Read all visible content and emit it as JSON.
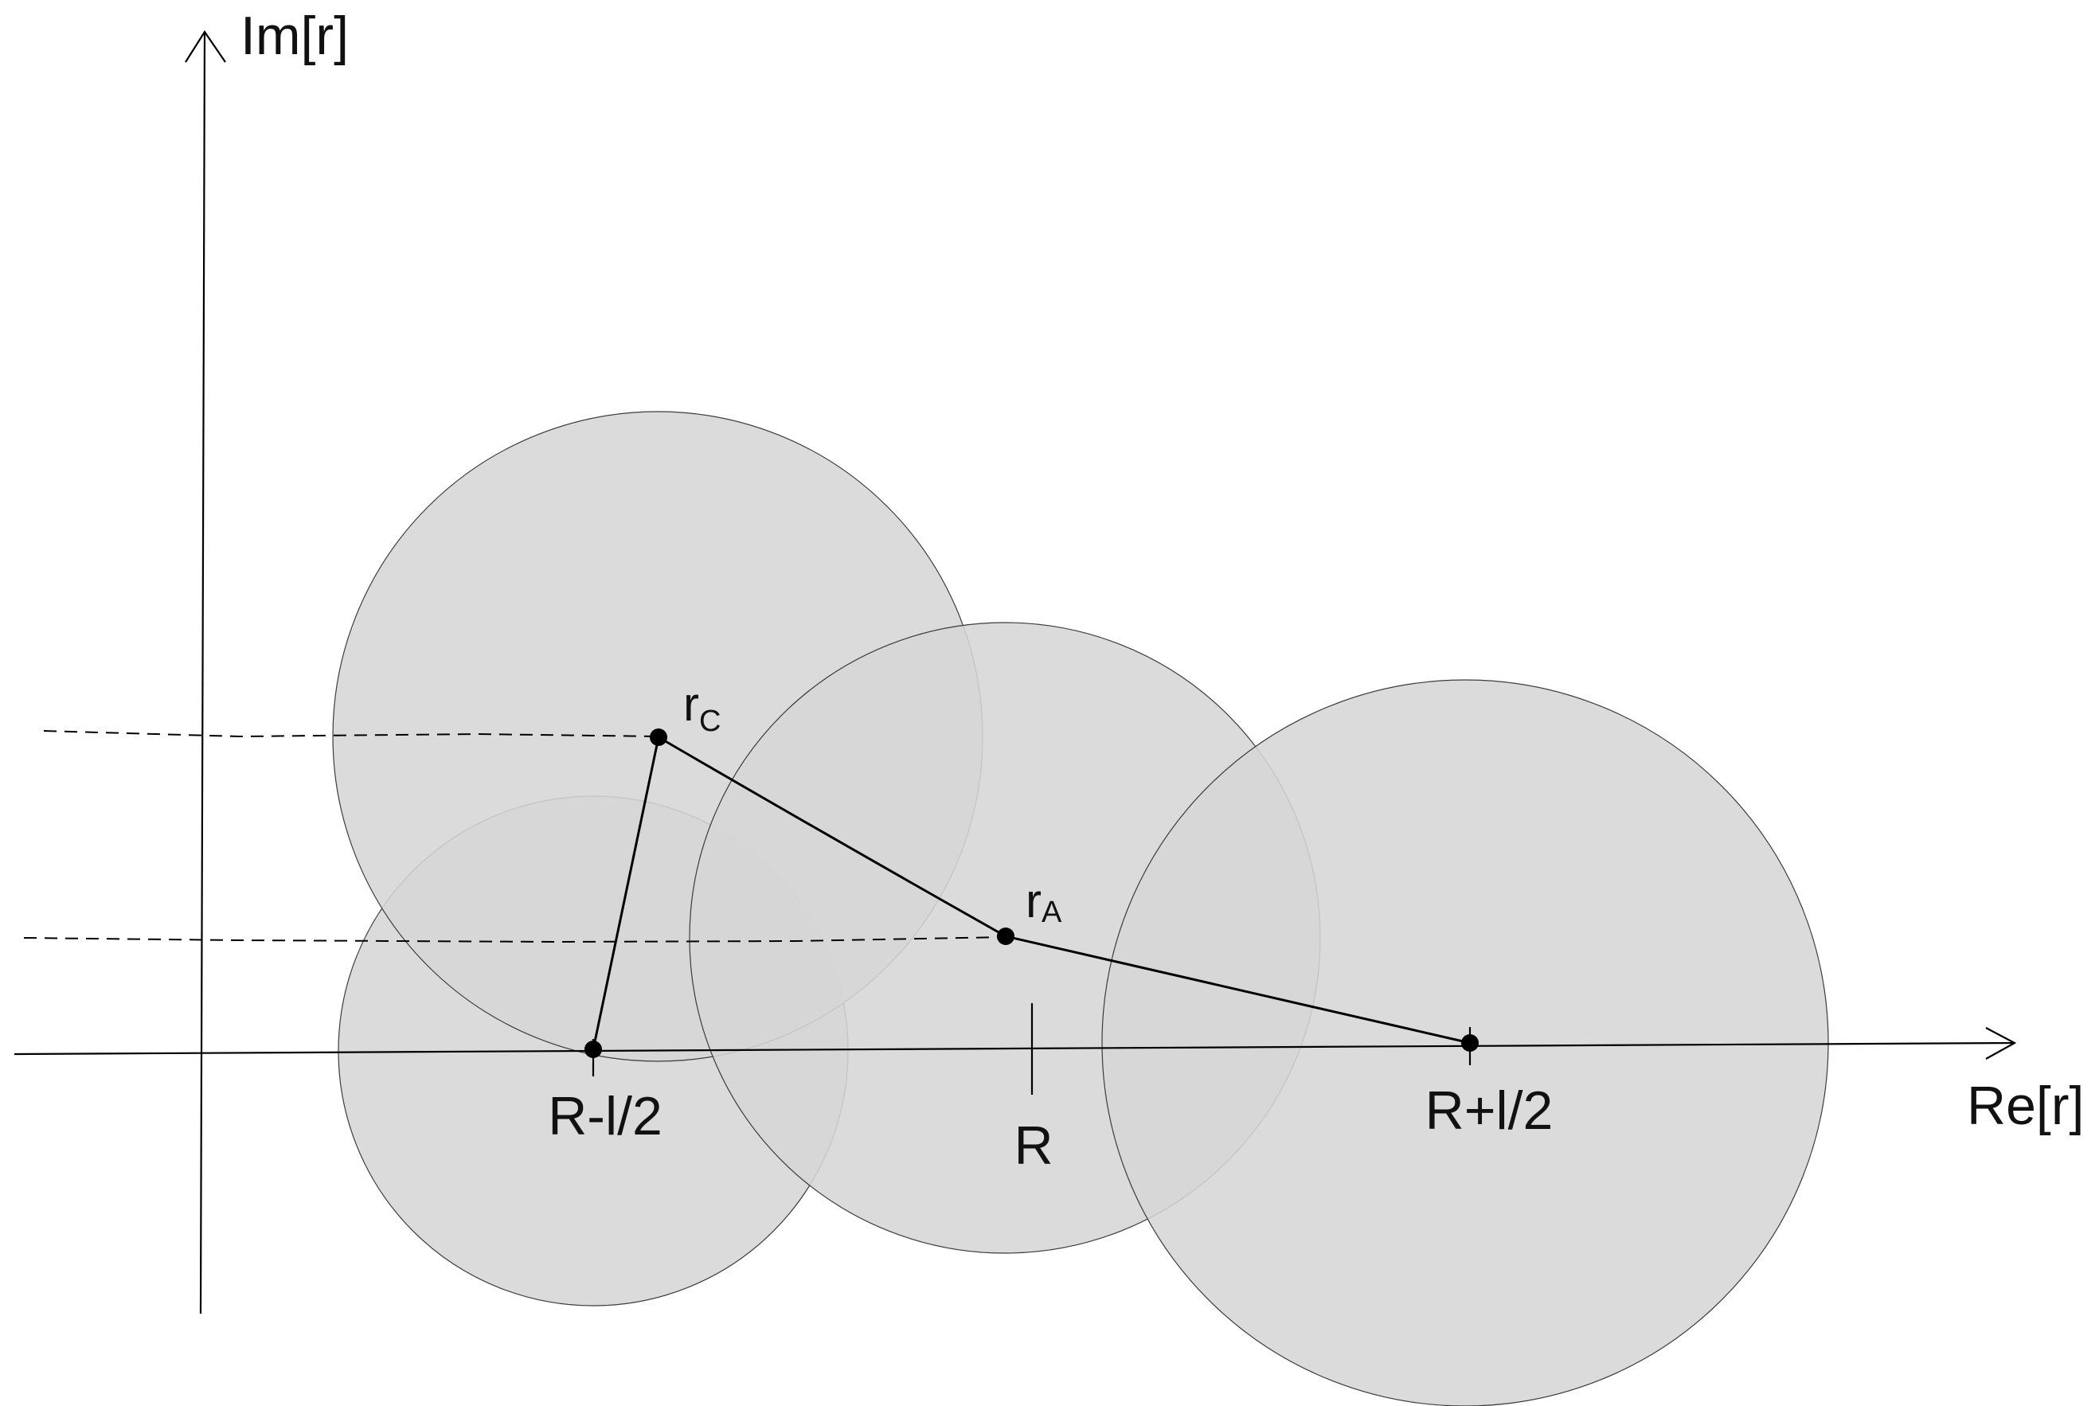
{
  "axes": {
    "vertical_label": "Im[r]",
    "horizontal_label": "Re[r]"
  },
  "ticks": {
    "left": "R-l/2",
    "middle": "R",
    "right": "R+l/2"
  },
  "points": {
    "c": {
      "main": "r",
      "sub": "C"
    },
    "a": {
      "main": "r",
      "sub": "A"
    }
  },
  "colors": {
    "disk_fill": "#d6d6d6",
    "line": "#000000",
    "background": "#ffffff"
  }
}
